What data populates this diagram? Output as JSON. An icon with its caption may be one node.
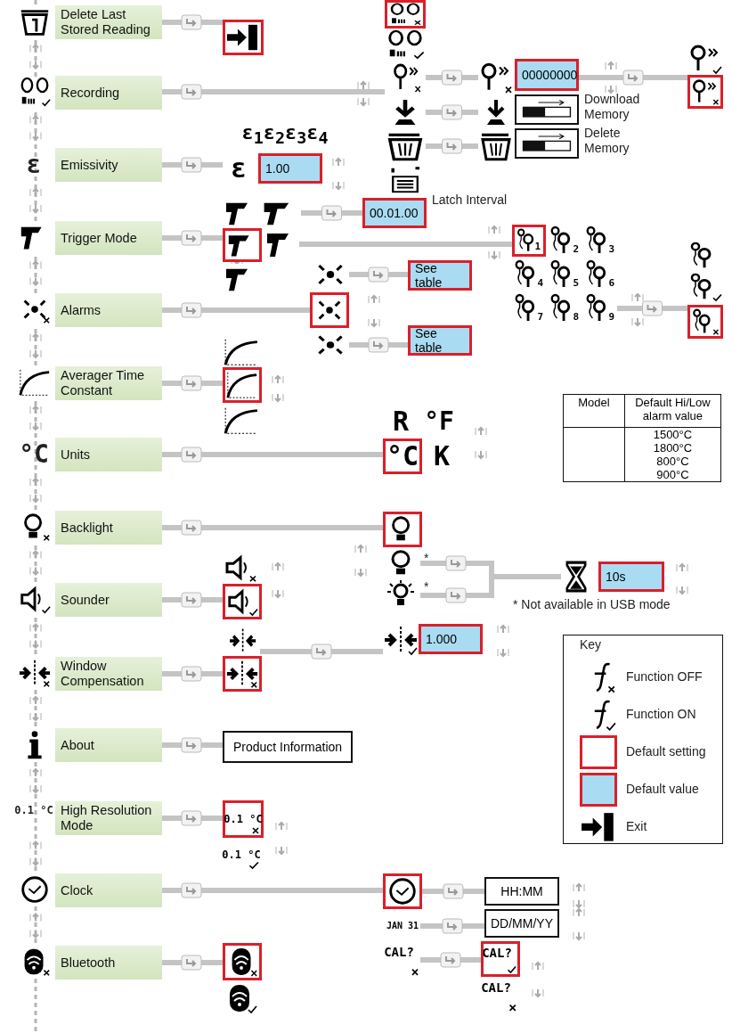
{
  "diagram": {
    "nodes": [
      {
        "text": [
          "Delete Last Stored Reading"
        ]
      },
      {
        "text": [],
        "shape": "picture"
      },
      {
        "text": [
          "Recording"
        ]
      },
      {
        "text": [],
        "shape": "picture"
      },
      {
        "text": [],
        "shape": "picture"
      },
      {
        "text": [],
        "shape": "picture"
      },
      {
        "text": [],
        "shape": "picture"
      },
      {
        "text": [],
        "shape": "picture"
      },
      {
        "text": [],
        "shape": "picture"
      },
      {
        "text": [],
        "shape": "picture"
      },
      {
        "text": [
          "00000000"
        ]
      },
      {
        "text": [],
        "shape": "picture"
      },
      {
        "text": [],
        "shape": "picture"
      },
      {
        "text": [],
        "shape": "picture"
      },
      {
        "text": [],
        "shape": "bar",
        "beside": [
          "Download Memory"
        ]
      },
      {
        "text": [],
        "shape": "picture"
      },
      {
        "text": [],
        "shape": "bar",
        "beside": [
          "Delete Memory"
        ]
      },
      {
        "text": [
          "Emissivity"
        ],
        "beside": [
          "ε"
        ]
      },
      {
        "text": [
          "ε"
        ]
      },
      {
        "text": [
          "1.00"
        ]
      },
      {
        "text": [
          "ε$_{1}$ε$_{2}$ε$_{3}$ε$_{4}$"
        ]
      },
      {
        "text": [
          "Trigger Mode"
        ]
      },
      {
        "text": [],
        "shape": "picture"
      },
      {
        "text": [],
        "shape": "picture"
      },
      {
        "text": [],
        "shape": "picture"
      },
      {
        "text": [],
        "shape": "picture"
      },
      {
        "text": [],
        "shape": "picture"
      },
      {
        "text": [
          "00.01.00"
        ],
        "beside": [
          "Latch Interval"
        ]
      },
      {
        "text": [
          "1"
        ]
      },
      {
        "text": [
          "2"
        ]
      },
      {
        "text": [
          "3"
        ]
      },
      {
        "text": [
          "4"
        ]
      },
      {
        "text": [
          "5"
        ]
      },
      {
        "text": [
          "6"
        ]
      },
      {
        "text": [
          "7"
        ]
      },
      {
        "text": [
          "8"
        ]
      },
      {
        "text": [
          "9"
        ]
      },
      {
        "text": [],
        "shape": "picture"
      },
      {
        "text": [],
        "shape": "picture"
      },
      {
        "text": [],
        "shape": "picture"
      },
      {
        "text": [
          "Alarms"
        ]
      },
      {
        "text": [],
        "shape": "picture"
      },
      {
        "text": [],
        "shape": "picture"
      },
      {
        "text": [],
        "shape": "picture"
      },
      {
        "text": [
          "See table"
        ]
      },
      {
        "text": [
          "See table"
        ]
      },
      {
        "text": [
          "Averager Time Constant"
        ]
      },
      {
        "text": [],
        "shape": "picture"
      },
      {
        "text": [],
        "shape": "picture"
      },
      {
        "text": [],
        "shape": "picture"
      },
      {
        "text": [
          "Units"
        ],
        "beside": [
          "°C"
        ]
      },
      {
        "text": [
          "R"
        ]
      },
      {
        "text": [
          "°F"
        ]
      },
      {
        "text": [
          "°C"
        ]
      },
      {
        "text": [
          "K"
        ]
      },
      {
        "text": [
          "Backlight"
        ]
      },
      {
        "text": [],
        "shape": "picture"
      },
      {
        "text": [],
        "shape": "picture",
        "beside": [
          "*"
        ]
      },
      {
        "text": [],
        "shape": "picture",
        "beside": [
          "*"
        ]
      },
      {
        "text": [],
        "shape": "picture"
      },
      {
        "text": [
          "10s"
        ]
      },
      {
        "text": [
          "Sounder"
        ]
      },
      {
        "text": [],
        "shape": "picture"
      },
      {
        "text": [],
        "shape": "picture"
      },
      {
        "text": [
          "Window Compensation"
        ]
      },
      {
        "text": [],
        "shape": "picture"
      },
      {
        "text": [],
        "shape": "picture"
      },
      {
        "text": [],
        "shape": "picture"
      },
      {
        "text": [
          "1.000"
        ]
      },
      {
        "text": [
          "About"
        ]
      },
      {
        "text": [
          "Product Information"
        ]
      },
      {
        "text": [
          "High Resolution Mode"
        ],
        "beside": [
          "0.1 °C"
        ]
      },
      {
        "text": [
          "0.1 °C"
        ]
      },
      {
        "text": [
          "0.1 °C"
        ]
      },
      {
        "text": [
          "Clock"
        ]
      },
      {
        "text": [],
        "shape": "picture"
      },
      {
        "text": [
          "HH:MM"
        ]
      },
      {
        "text": [
          "JAN 31"
        ]
      },
      {
        "text": [
          "DD/MM/YY"
        ]
      },
      {
        "text": [
          "CAL?"
        ]
      },
      {
        "text": [
          "CAL?"
        ]
      },
      {
        "text": [
          "CAL?"
        ]
      },
      {
        "text": [
          "Bluetooth"
        ]
      },
      {
        "text": [],
        "shape": "picture"
      },
      {
        "text": [],
        "shape": "picture"
      }
    ],
    "edges": [
      {
        "from": 0,
        "to": 1,
        "arrow": "to"
      },
      {
        "from": 2,
        "to": 5,
        "arrow": "to"
      },
      {
        "from": 5,
        "to": 9,
        "arrow": "to"
      },
      {
        "from": 10,
        "to": 12,
        "arrow": "to"
      },
      {
        "from": 6,
        "to": 13,
        "arrow": "to"
      },
      {
        "from": 7,
        "to": 15,
        "arrow": "to"
      },
      {
        "from": 17,
        "to": 18,
        "arrow": "to"
      },
      {
        "from": 21,
        "to": 24,
        "arrow": "to"
      },
      {
        "from": 23,
        "to": 27,
        "arrow": "to"
      },
      {
        "from": 25,
        "to": 28,
        "arrow": "none"
      },
      {
        "from": 36,
        "to": 39,
        "arrow": "to"
      },
      {
        "from": 40,
        "to": 42,
        "arrow": "to"
      },
      {
        "from": 41,
        "to": 44,
        "arrow": "to"
      },
      {
        "from": 43,
        "to": 45,
        "arrow": "to"
      },
      {
        "from": 46,
        "to": 48,
        "arrow": "to"
      },
      {
        "from": 50,
        "to": 53,
        "arrow": "to"
      },
      {
        "from": 55,
        "to": 56,
        "arrow": "to"
      },
      {
        "from": 57,
        "to": 59,
        "arrow": "to"
      },
      {
        "from": 58,
        "to": 59,
        "arrow": "to"
      },
      {
        "from": 61,
        "to": 63,
        "arrow": "to"
      },
      {
        "from": 64,
        "to": 66,
        "arrow": "to"
      },
      {
        "from": 65,
        "to": 67,
        "arrow": "to"
      },
      {
        "from": 69,
        "to": 70,
        "arrow": "to"
      },
      {
        "from": 71,
        "to": 72,
        "arrow": "to"
      },
      {
        "from": 74,
        "to": 75,
        "arrow": "to"
      },
      {
        "from": 75,
        "to": 76,
        "arrow": "to"
      },
      {
        "from": 77,
        "to": 78,
        "arrow": "to"
      },
      {
        "from": 79,
        "to": 80,
        "arrow": "to"
      },
      {
        "from": 82,
        "to": 83,
        "arrow": "to"
      }
    ],
    "labels": [
      "Model",
      "Default Hi/Low alarm value",
      "1500°C",
      "1800°C",
      "800°C",
      "900°C",
      "* Not available in USB mode",
      "Key"
    ],
    "legend": [
      {
        "text": "Function OFF"
      },
      {
        "text": "Function ON"
      },
      {
        "text": "Default setting"
      },
      {
        "text": "Default value",
        "color": "#a9dcf2"
      },
      {
        "text": "Exit"
      }
    ]
  }
}
